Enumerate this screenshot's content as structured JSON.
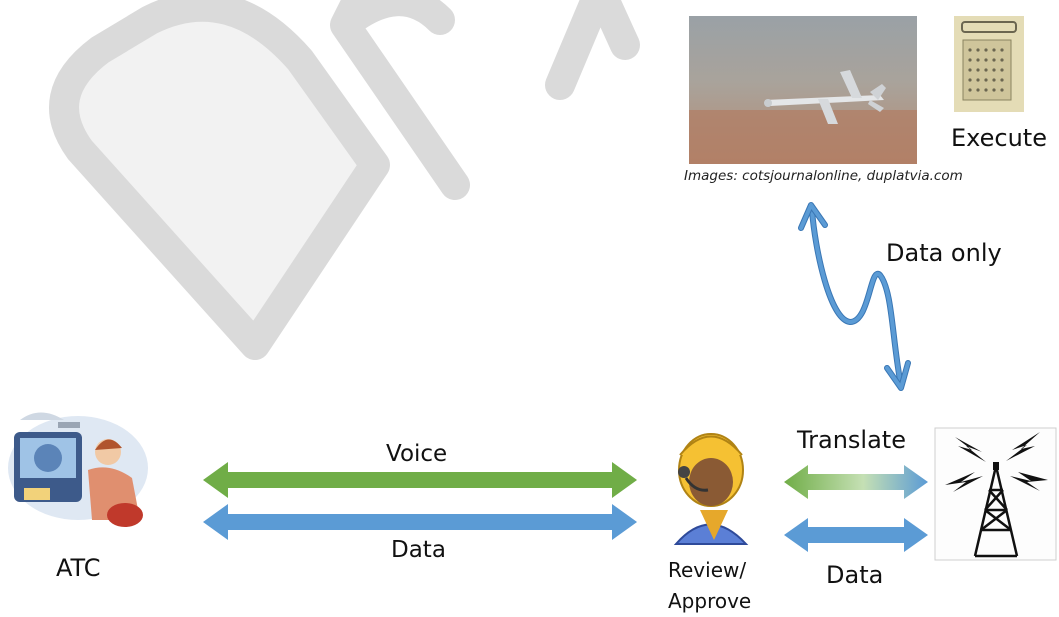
{
  "watermark": "DRAFT",
  "caption": "Images: cotsjournalonline, duplatvia.com",
  "labels": {
    "execute": "Execute",
    "data_only": "Data only",
    "voice": "Voice",
    "data_left": "Data",
    "atc": "ATC",
    "review": "Review/",
    "approve": "Approve",
    "translate": "Translate",
    "data_right": "Data"
  },
  "colors": {
    "voice_arrow": "#70ad47",
    "data_arrow": "#5b9bd5",
    "watermark": "#d9d9d9"
  },
  "icons": [
    "uav-photo",
    "radio-unit-photo",
    "atc-controller-icon",
    "operator-headset-icon",
    "radio-tower-icon"
  ]
}
